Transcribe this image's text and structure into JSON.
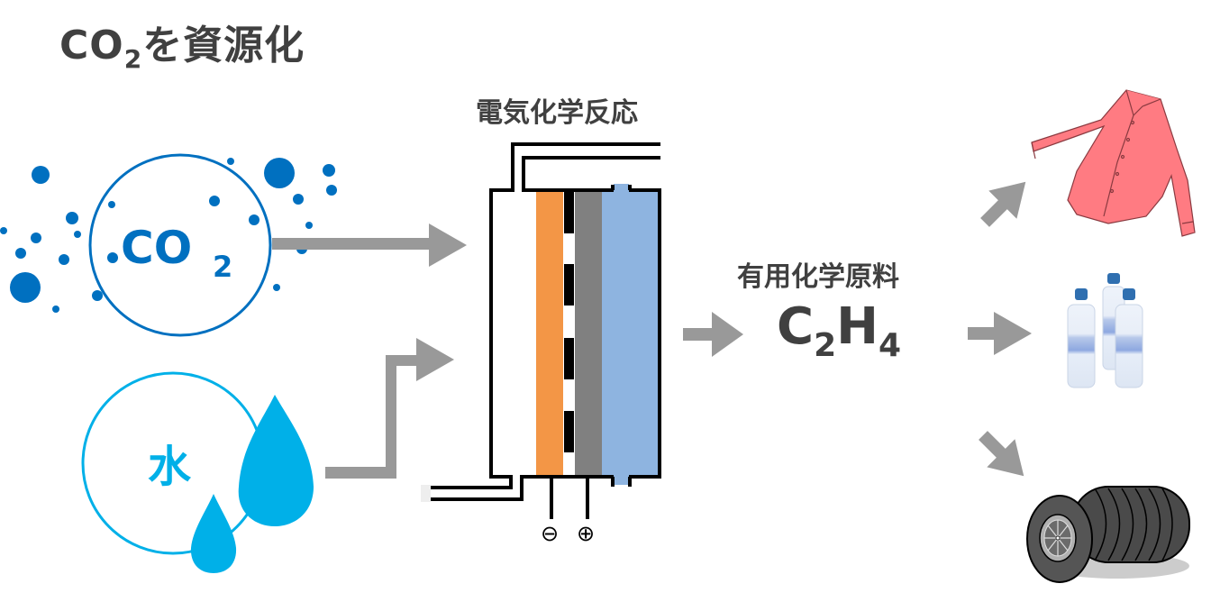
{
  "title": {
    "prefix": "CO",
    "subscript": "2",
    "suffix": "を資源化"
  },
  "inputs": {
    "co2": {
      "label": "CO",
      "subscript": "2",
      "color": "#0070C0"
    },
    "water": {
      "label": "水",
      "color": "#00B0E8"
    }
  },
  "reactor": {
    "label": "電気化学反応",
    "cathode_color": "#F39646",
    "membrane_color": "#000000",
    "anode_color": "#808080",
    "electrolyte_color": "#8EB4E0",
    "terminals": [
      {
        "symbol": "⊖",
        "name": "negative"
      },
      {
        "symbol": "⊕",
        "name": "positive"
      }
    ]
  },
  "product": {
    "label": "有用化学原料",
    "formula": {
      "c": "C",
      "c_sub": "2",
      "h": "H",
      "h_sub": "4"
    }
  },
  "outputs": [
    {
      "name": "shirt",
      "description": "clothing (shirt)",
      "color": "#FF7B82"
    },
    {
      "name": "bottles",
      "description": "plastic bottles",
      "color": "#2F6FB0"
    },
    {
      "name": "tires",
      "description": "tires",
      "color": "#404040"
    }
  ],
  "arrow_color": "#999999"
}
